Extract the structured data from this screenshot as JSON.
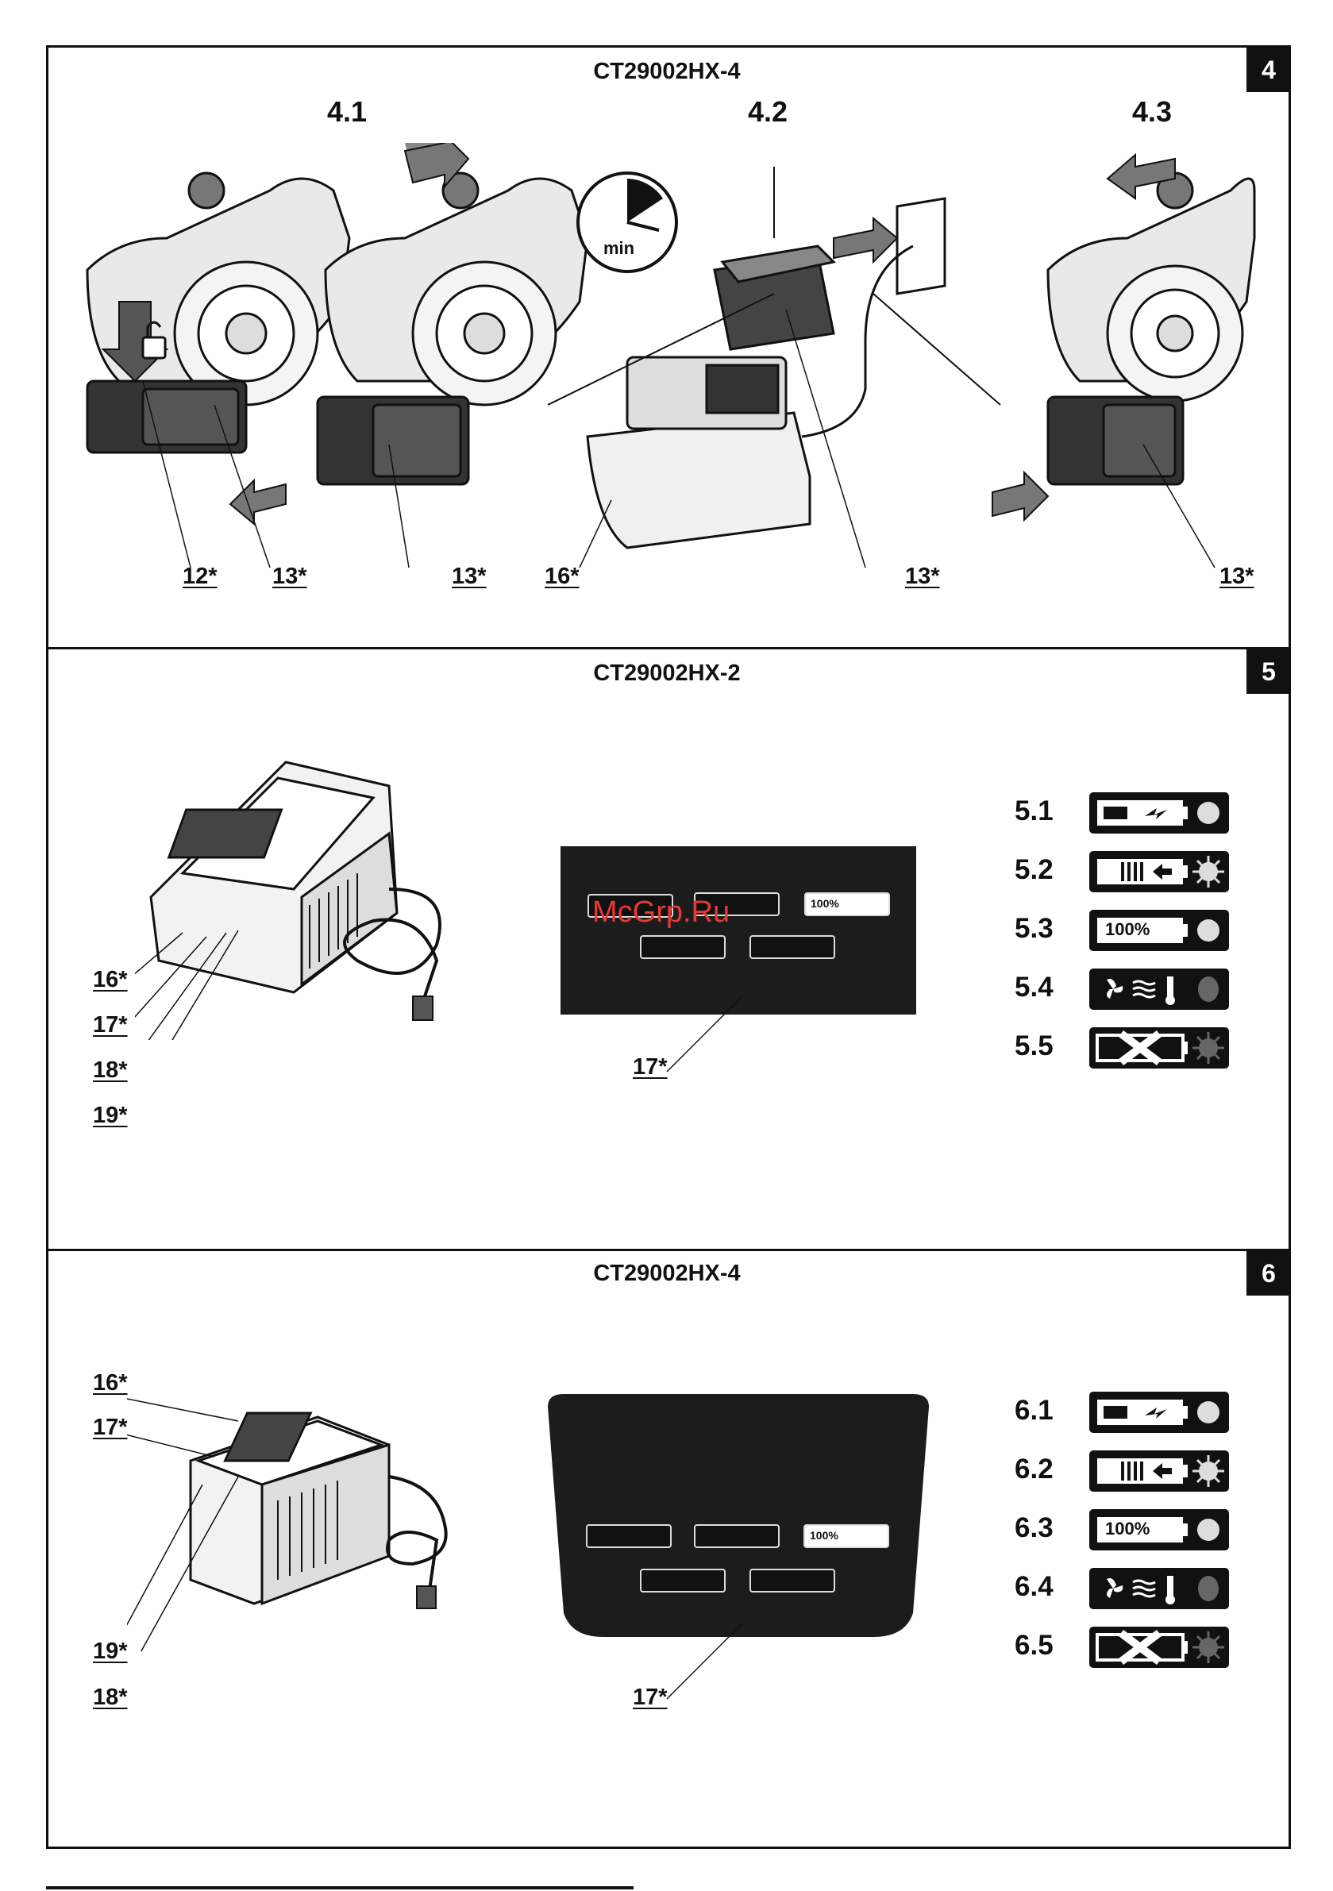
{
  "sections": [
    {
      "number": "4",
      "model": "CT29002HX-4",
      "steps": [
        "4.1",
        "4.2",
        "4.3"
      ],
      "clock_label": "min",
      "callouts": [
        "12*",
        "13*",
        "13*",
        "16*",
        "13*",
        "13*"
      ]
    },
    {
      "number": "5",
      "model": "CT29002HX-2",
      "callouts_left": [
        "16*",
        "17*",
        "18*",
        "19*"
      ],
      "panel_callout": "17*",
      "panel_percent": "100%",
      "indicators": [
        {
          "label": "5.1",
          "icon": "battery-charging-icon",
          "led": "solid"
        },
        {
          "label": "5.2",
          "icon": "battery-level-icon",
          "led": "blinking"
        },
        {
          "label": "5.3",
          "icon": "battery-full-icon",
          "text": "100%",
          "led": "solid"
        },
        {
          "label": "5.4",
          "icon": "fan-temperature-icon",
          "led": "dark"
        },
        {
          "label": "5.5",
          "icon": "battery-fault-icon",
          "led": "blinking"
        }
      ]
    },
    {
      "number": "6",
      "model": "CT29002HX-4",
      "callouts_left": [
        "16*",
        "17*",
        "19*",
        "18*"
      ],
      "panel_callout": "17*",
      "panel_percent": "100%",
      "indicators": [
        {
          "label": "6.1",
          "icon": "battery-charging-icon",
          "led": "solid"
        },
        {
          "label": "6.2",
          "icon": "battery-level-icon",
          "led": "blinking"
        },
        {
          "label": "6.3",
          "icon": "battery-full-icon",
          "text": "100%",
          "led": "solid"
        },
        {
          "label": "6.4",
          "icon": "fan-temperature-icon",
          "led": "dark"
        },
        {
          "label": "6.5",
          "icon": "battery-fault-icon",
          "led": "blinking"
        }
      ]
    }
  ],
  "watermark": "McGrp.Ru"
}
